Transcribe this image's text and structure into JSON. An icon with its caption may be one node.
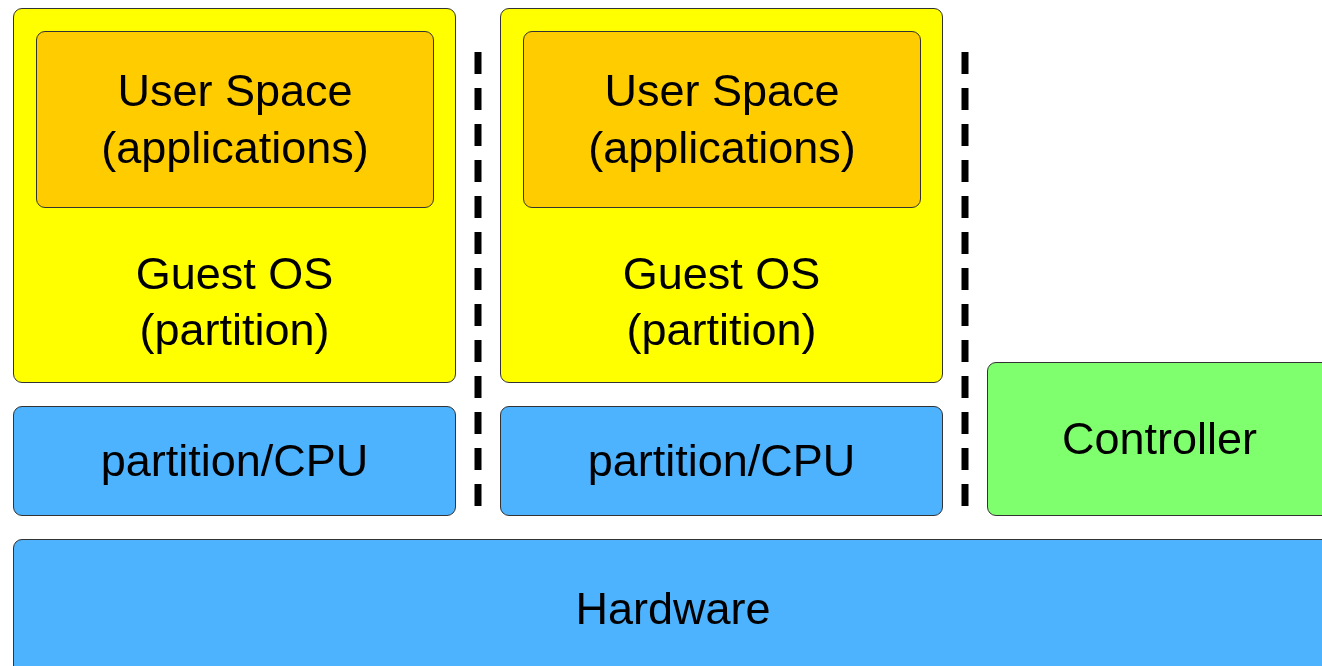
{
  "diagram": {
    "nodes": [
      {
        "text": [
          "Guest OS (partition)"
        ]
      },
      {
        "text": [
          "User Space (applications)"
        ],
        "in": 0
      },
      {
        "text": [
          "Guest OS (partition)"
        ]
      },
      {
        "text": [
          "User Space (applications)"
        ],
        "in": 2
      },
      {
        "text": [
          "partition/CPU"
        ]
      },
      {
        "text": [
          "partition/CPU"
        ]
      },
      {
        "text": [
          "Controller"
        ]
      },
      {
        "text": [
          "Hardware"
        ]
      }
    ],
    "edges": []
  }
}
